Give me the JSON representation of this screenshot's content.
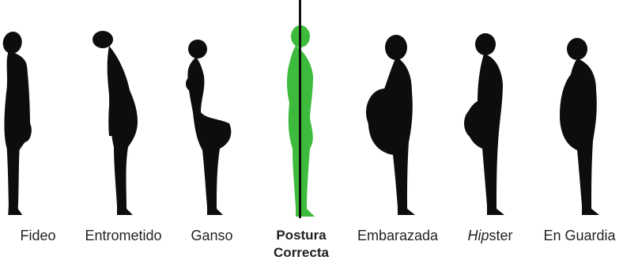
{
  "figures": [
    {
      "id": "fideo",
      "label": "Fideo",
      "color": "#0d0d0d",
      "belly": 1,
      "lean": -6
    },
    {
      "id": "entrometido",
      "label": "Entrometido",
      "color": "#0d0d0d",
      "belly": 1,
      "lean": -14
    },
    {
      "id": "ganso",
      "label": "Ganso",
      "color": "#0d0d0d",
      "belly": 0,
      "lean": -3
    },
    {
      "id": "postura-correcta",
      "label": "Postura Correcta",
      "color": "#3dbb3d",
      "belly": 0,
      "lean": 0
    },
    {
      "id": "embarazada",
      "label": "Embarazada",
      "color": "#0d0d0d",
      "belly": 3,
      "lean": 0
    },
    {
      "id": "hipster",
      "label_italic": "Hip",
      "label_rest": "ster",
      "color": "#0d0d0d",
      "belly": 2,
      "lean": 2
    },
    {
      "id": "en-guardia",
      "label": "En Guardia",
      "color": "#0d0d0d",
      "belly": 2,
      "lean": 0
    }
  ],
  "plumb_line_color": "#111111"
}
